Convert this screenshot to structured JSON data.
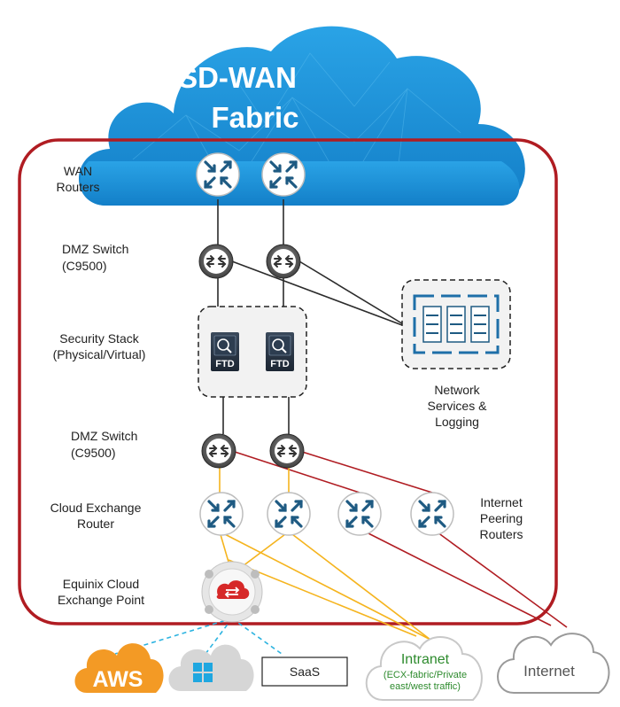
{
  "cloud": {
    "title_line1": "SD-WAN",
    "title_line2": "Fabric"
  },
  "labels": {
    "wan_routers": [
      "WAN",
      "Routers"
    ],
    "dmz_switch_top": [
      "DMZ Switch",
      "(C9500)"
    ],
    "security_stack": [
      "Security Stack",
      "(Physical/Virtual)"
    ],
    "dmz_switch_bottom": [
      "DMZ Switch",
      "(C9500)"
    ],
    "cloud_exchange_router": [
      "Cloud Exchange",
      "Router"
    ],
    "equinix_cloud_exchange": [
      "Equinix Cloud",
      "Exchange Point"
    ],
    "network_services": [
      "Network",
      "Services &",
      "Logging"
    ],
    "internet_peering": [
      "Internet",
      "Peering",
      "Routers"
    ]
  },
  "devices": {
    "firewall_label": "FTD"
  },
  "bottom": {
    "aws": "AWS",
    "saas": "SaaS",
    "intranet_title": "Intranet",
    "intranet_sub": [
      "(ECX-fabric/Private",
      "east/west traffic)"
    ],
    "internet": "Internet"
  },
  "colors": {
    "cloud_blue": "#1f8fd6",
    "boundary_red": "#b01c22",
    "router_blue": "#1e5a82",
    "link_black": "#2b2b2b",
    "link_red": "#b01c22",
    "link_yellow": "#f5b41e",
    "link_cyan": "#2cb3e0",
    "aws_orange": "#f39a25",
    "intranet_green": "#2e8b2e"
  }
}
